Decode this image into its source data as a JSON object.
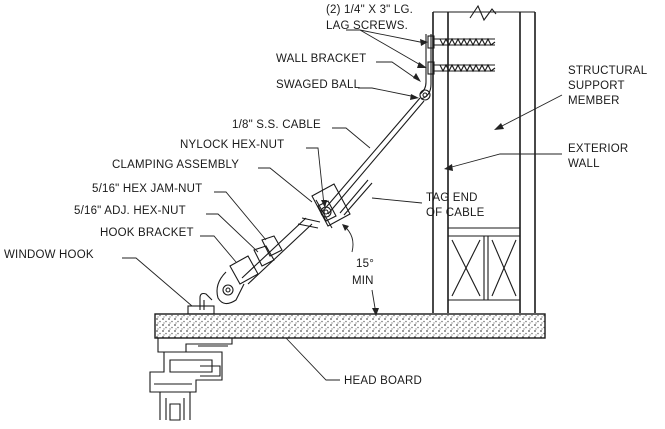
{
  "labels": {
    "lag_screws_line1": "(2) 1/4\" X 3\" LG.",
    "lag_screws_line2": "LAG SCREWS.",
    "wall_bracket": "WALL BRACKET",
    "swaged_ball": "SWAGED BALL",
    "ss_cable": "1/8\" S.S. CABLE",
    "nylock_hex_nut": "NYLOCK HEX-NUT",
    "clamping_assembly": "CLAMPING ASSEMBLY",
    "hex_jam_nut": "5/16\" HEX JAM-NUT",
    "adj_hex_nut": "5/16\" ADJ. HEX-NUT",
    "hook_bracket": "HOOK BRACKET",
    "window_hook": "WINDOW HOOK",
    "structural_line1": "STRUCTURAL",
    "structural_line2": "SUPPORT",
    "structural_line3": "MEMBER",
    "exterior_line1": "EXTERIOR",
    "exterior_line2": "WALL",
    "tag_end_line1": "TAG END",
    "tag_end_line2": "OF CABLE",
    "angle_value": "15°",
    "angle_min": "MIN",
    "head_board": "HEAD BOARD"
  }
}
